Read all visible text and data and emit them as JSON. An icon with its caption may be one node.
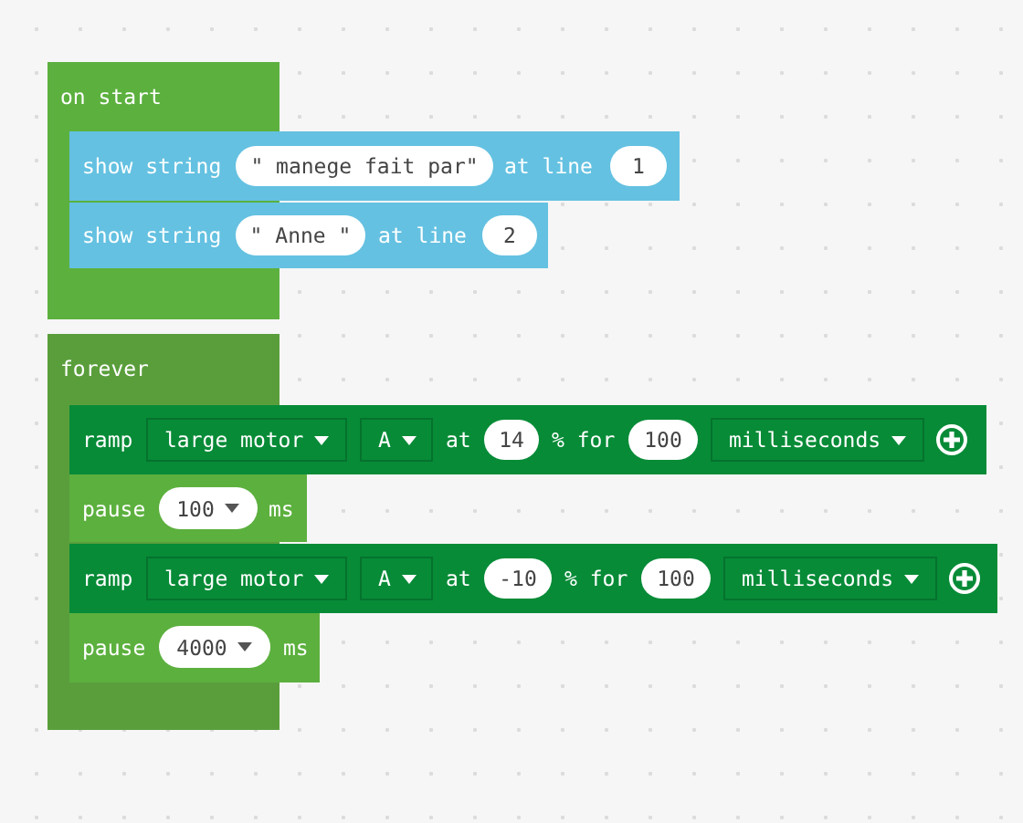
{
  "diagram": {
    "nodes": [
      {
        "text": [
          "on start"
        ]
      },
      {
        "text": [
          "show string",
          "at line"
        ]
      },
      {
        "text": [
          "\" manege fait par\""
        ],
        "in": 1
      },
      {
        "text": [
          "1"
        ],
        "in": 1
      },
      {
        "text": [
          "show string",
          "at line"
        ]
      },
      {
        "text": [
          "\" Anne \""
        ],
        "in": 4
      },
      {
        "text": [
          "2"
        ],
        "in": 4
      },
      {
        "text": [
          "forever"
        ]
      },
      {
        "text": [
          "ramp",
          "at",
          "% for"
        ]
      },
      {
        "text": [
          "large motor"
        ],
        "in": 8
      },
      {
        "text": [
          "A"
        ],
        "in": 8
      },
      {
        "text": [
          "14"
        ],
        "in": 8
      },
      {
        "text": [
          "100"
        ],
        "in": 8
      },
      {
        "text": [
          "milliseconds"
        ],
        "in": 8
      },
      {
        "text": [
          "pause",
          "ms"
        ],
        "in": 7
      },
      {
        "text": [
          "100"
        ],
        "in": 14
      },
      {
        "text": [
          "ramp",
          "at",
          "% for"
        ]
      },
      {
        "text": [
          "large motor"
        ],
        "in": 16
      },
      {
        "text": [
          "A"
        ],
        "in": 16
      },
      {
        "text": [
          "-10"
        ],
        "in": 16
      },
      {
        "text": [
          "100"
        ],
        "in": 16
      },
      {
        "text": [
          "milliseconds"
        ],
        "in": 16
      },
      {
        "text": [
          "pause",
          "ms"
        ],
        "in": 7
      },
      {
        "text": [
          "4000"
        ],
        "in": 22
      }
    ]
  }
}
